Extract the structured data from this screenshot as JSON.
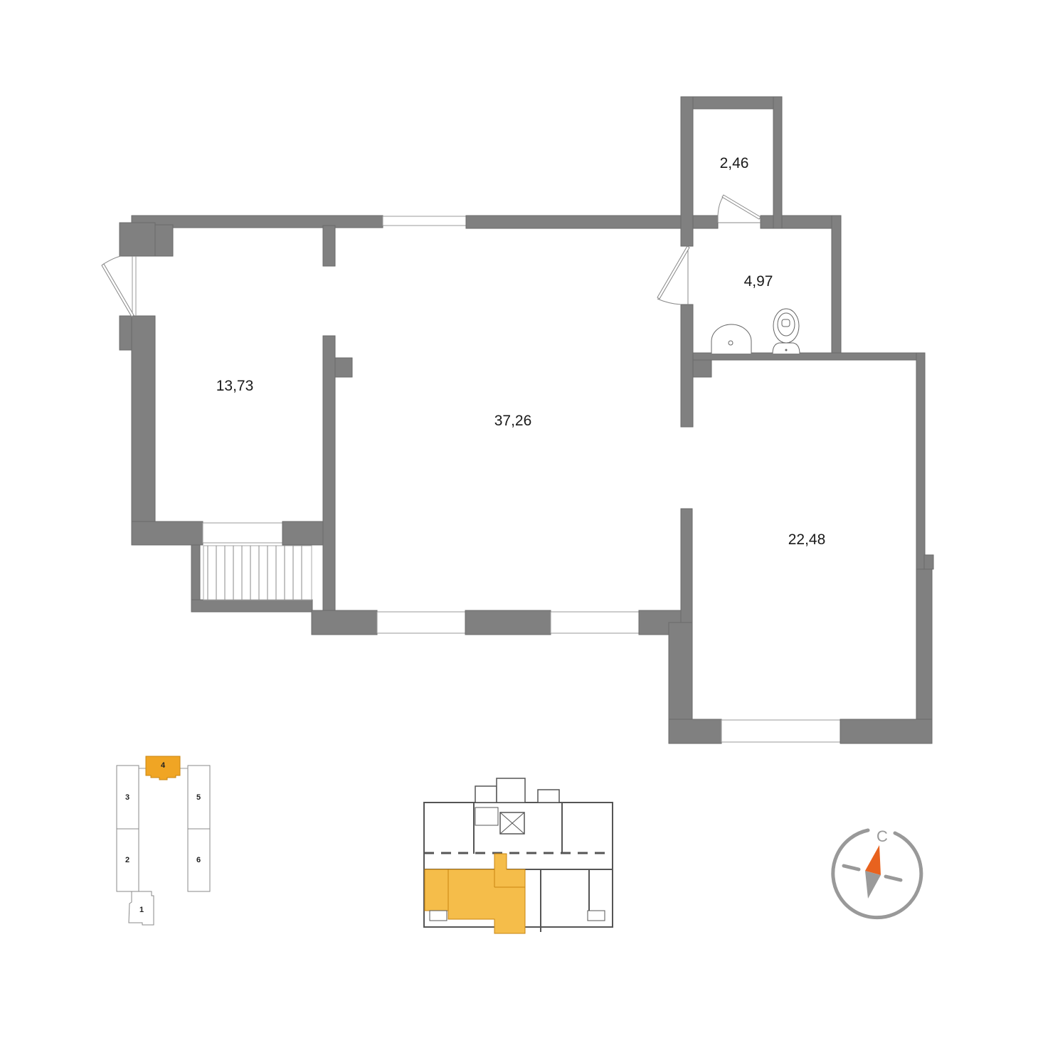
{
  "floor_plan": {
    "rooms": [
      {
        "id": "room-1",
        "area": "13,73"
      },
      {
        "id": "room-2",
        "area": "37,26"
      },
      {
        "id": "room-3",
        "area": "2,46"
      },
      {
        "id": "room-4",
        "area": "4,97"
      },
      {
        "id": "room-5",
        "area": "22,48"
      }
    ],
    "wall_color": "#808080"
  },
  "site_map": {
    "buildings": [
      {
        "number": "1"
      },
      {
        "number": "2"
      },
      {
        "number": "3"
      },
      {
        "number": "4",
        "selected": true
      },
      {
        "number": "5"
      },
      {
        "number": "6"
      }
    ],
    "highlight_color": "#f0a524"
  },
  "floor_key_plan": {
    "highlight_color": "#f5bd4a"
  },
  "compass": {
    "north_letter": "С",
    "needle_color": "#e8621e",
    "ring_color": "#999999"
  }
}
